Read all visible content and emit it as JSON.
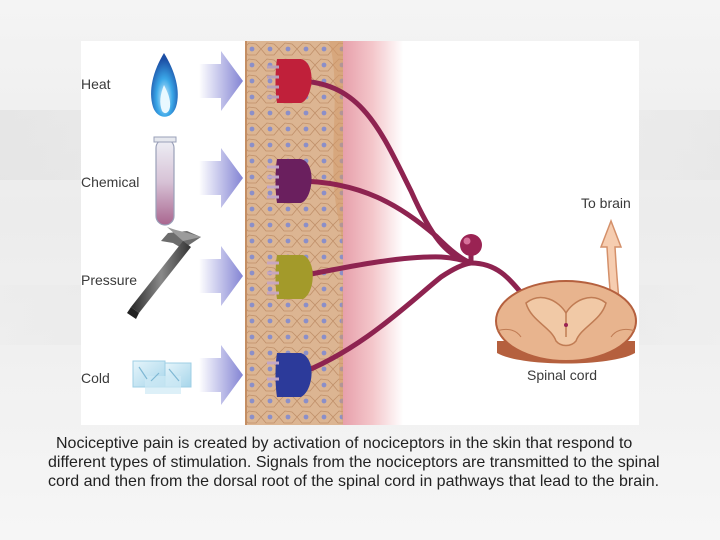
{
  "stimuli": {
    "heat": "Heat",
    "chemical": "Chemical",
    "pressure": "Pressure",
    "cold": "Cold"
  },
  "targets": {
    "to_brain": "To brain",
    "spinal_cord": "Spinal cord"
  },
  "caption": "Nociceptive pain is created by activation of nociceptors in the skin that respond to different types of stimulation. Signals from the nociceptors are transmitted to the spinal cord and then from the dorsal root of the spinal cord in pathways that lead to the brain.",
  "colors": {
    "heat_receptor": "#c0203a",
    "chemical_receptor": "#6a1f5e",
    "pressure_receptor": "#a39a2a",
    "cold_receptor": "#2c3a9a",
    "nerve_fiber": "#8e2350",
    "skin": "#d9b089",
    "dermis": "#f3c4c8",
    "arrow": "#8f90d8",
    "spinal_cord": "#e8b48e"
  },
  "icons": [
    "flame-icon",
    "test-tube-icon",
    "hammer-icon",
    "ice-cube-icon"
  ]
}
